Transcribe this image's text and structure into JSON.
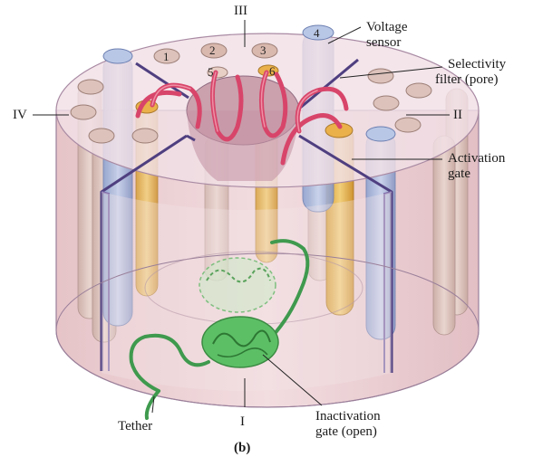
{
  "figure": {
    "caption": "(b)",
    "domains": [
      "I",
      "II",
      "III",
      "IV"
    ],
    "helix_numbers": [
      "1",
      "2",
      "3",
      "4",
      "5",
      "6"
    ],
    "labels": {
      "voltage_sensor": [
        "Voltage",
        "sensor"
      ],
      "selectivity_filter": [
        "Selectivity",
        "filter (pore)"
      ],
      "activation_gate": [
        "Activation",
        "gate"
      ],
      "inactivation_gate": [
        "Inactivation",
        "gate (open)"
      ],
      "tether": "Tether"
    }
  },
  "colors": {
    "cylinder_body": "#e9cfd3",
    "cylinder_top": "#efe0e6",
    "divider": "#5b4a86",
    "helix_tan": "#d9c3b8",
    "helix_blue": "#a8b8dc",
    "helix_gold": "#e3b84e",
    "filter_loops": "#d8456a",
    "inactivation_gate": "#59b566"
  }
}
